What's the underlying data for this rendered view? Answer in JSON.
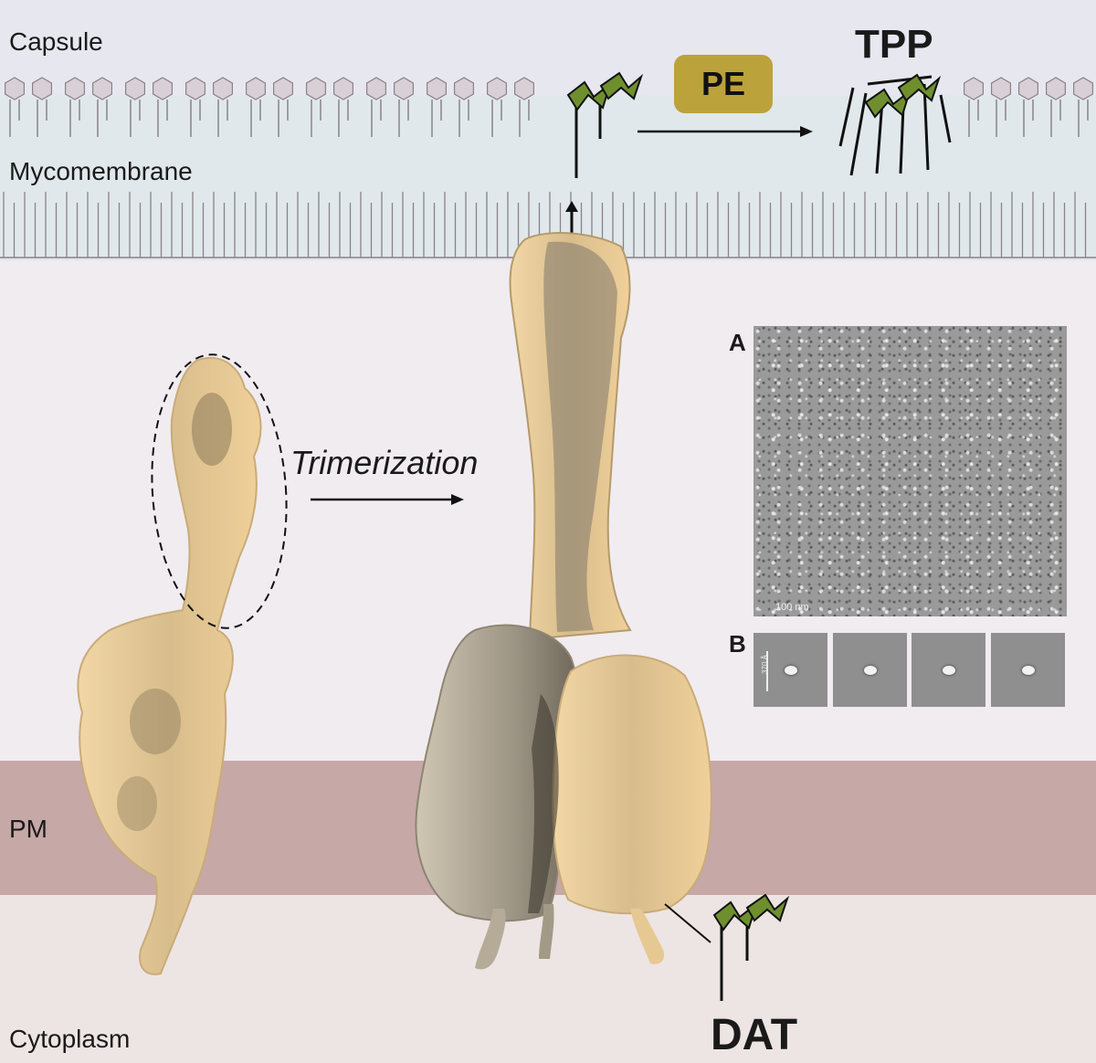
{
  "regions": {
    "capsule": "Capsule",
    "mycomembrane": "Mycomembrane",
    "pm": "PM",
    "cytoplasm": "Cytoplasm"
  },
  "labels": {
    "trimerization": "Trimerization",
    "pe": "PE",
    "tpp": "TPP",
    "dat": "DAT"
  },
  "panels": {
    "a_label": "A",
    "b_label": "B",
    "scalebar_a": "100 nm",
    "scalebar_b": "370 Å"
  },
  "colors": {
    "capsule_band": "#e6e7ef",
    "mycomembrane_band": "#e0e8ec",
    "periplasm": "#f1ecf0",
    "pm_band": "#c6a8a7",
    "cytoplasm": "#ede4e4",
    "protein_light": "#f0d3a0",
    "protein_gray": "#b5ab98",
    "lipid_flag": "#6f8f2e",
    "pe_badge": "#bca23a"
  }
}
